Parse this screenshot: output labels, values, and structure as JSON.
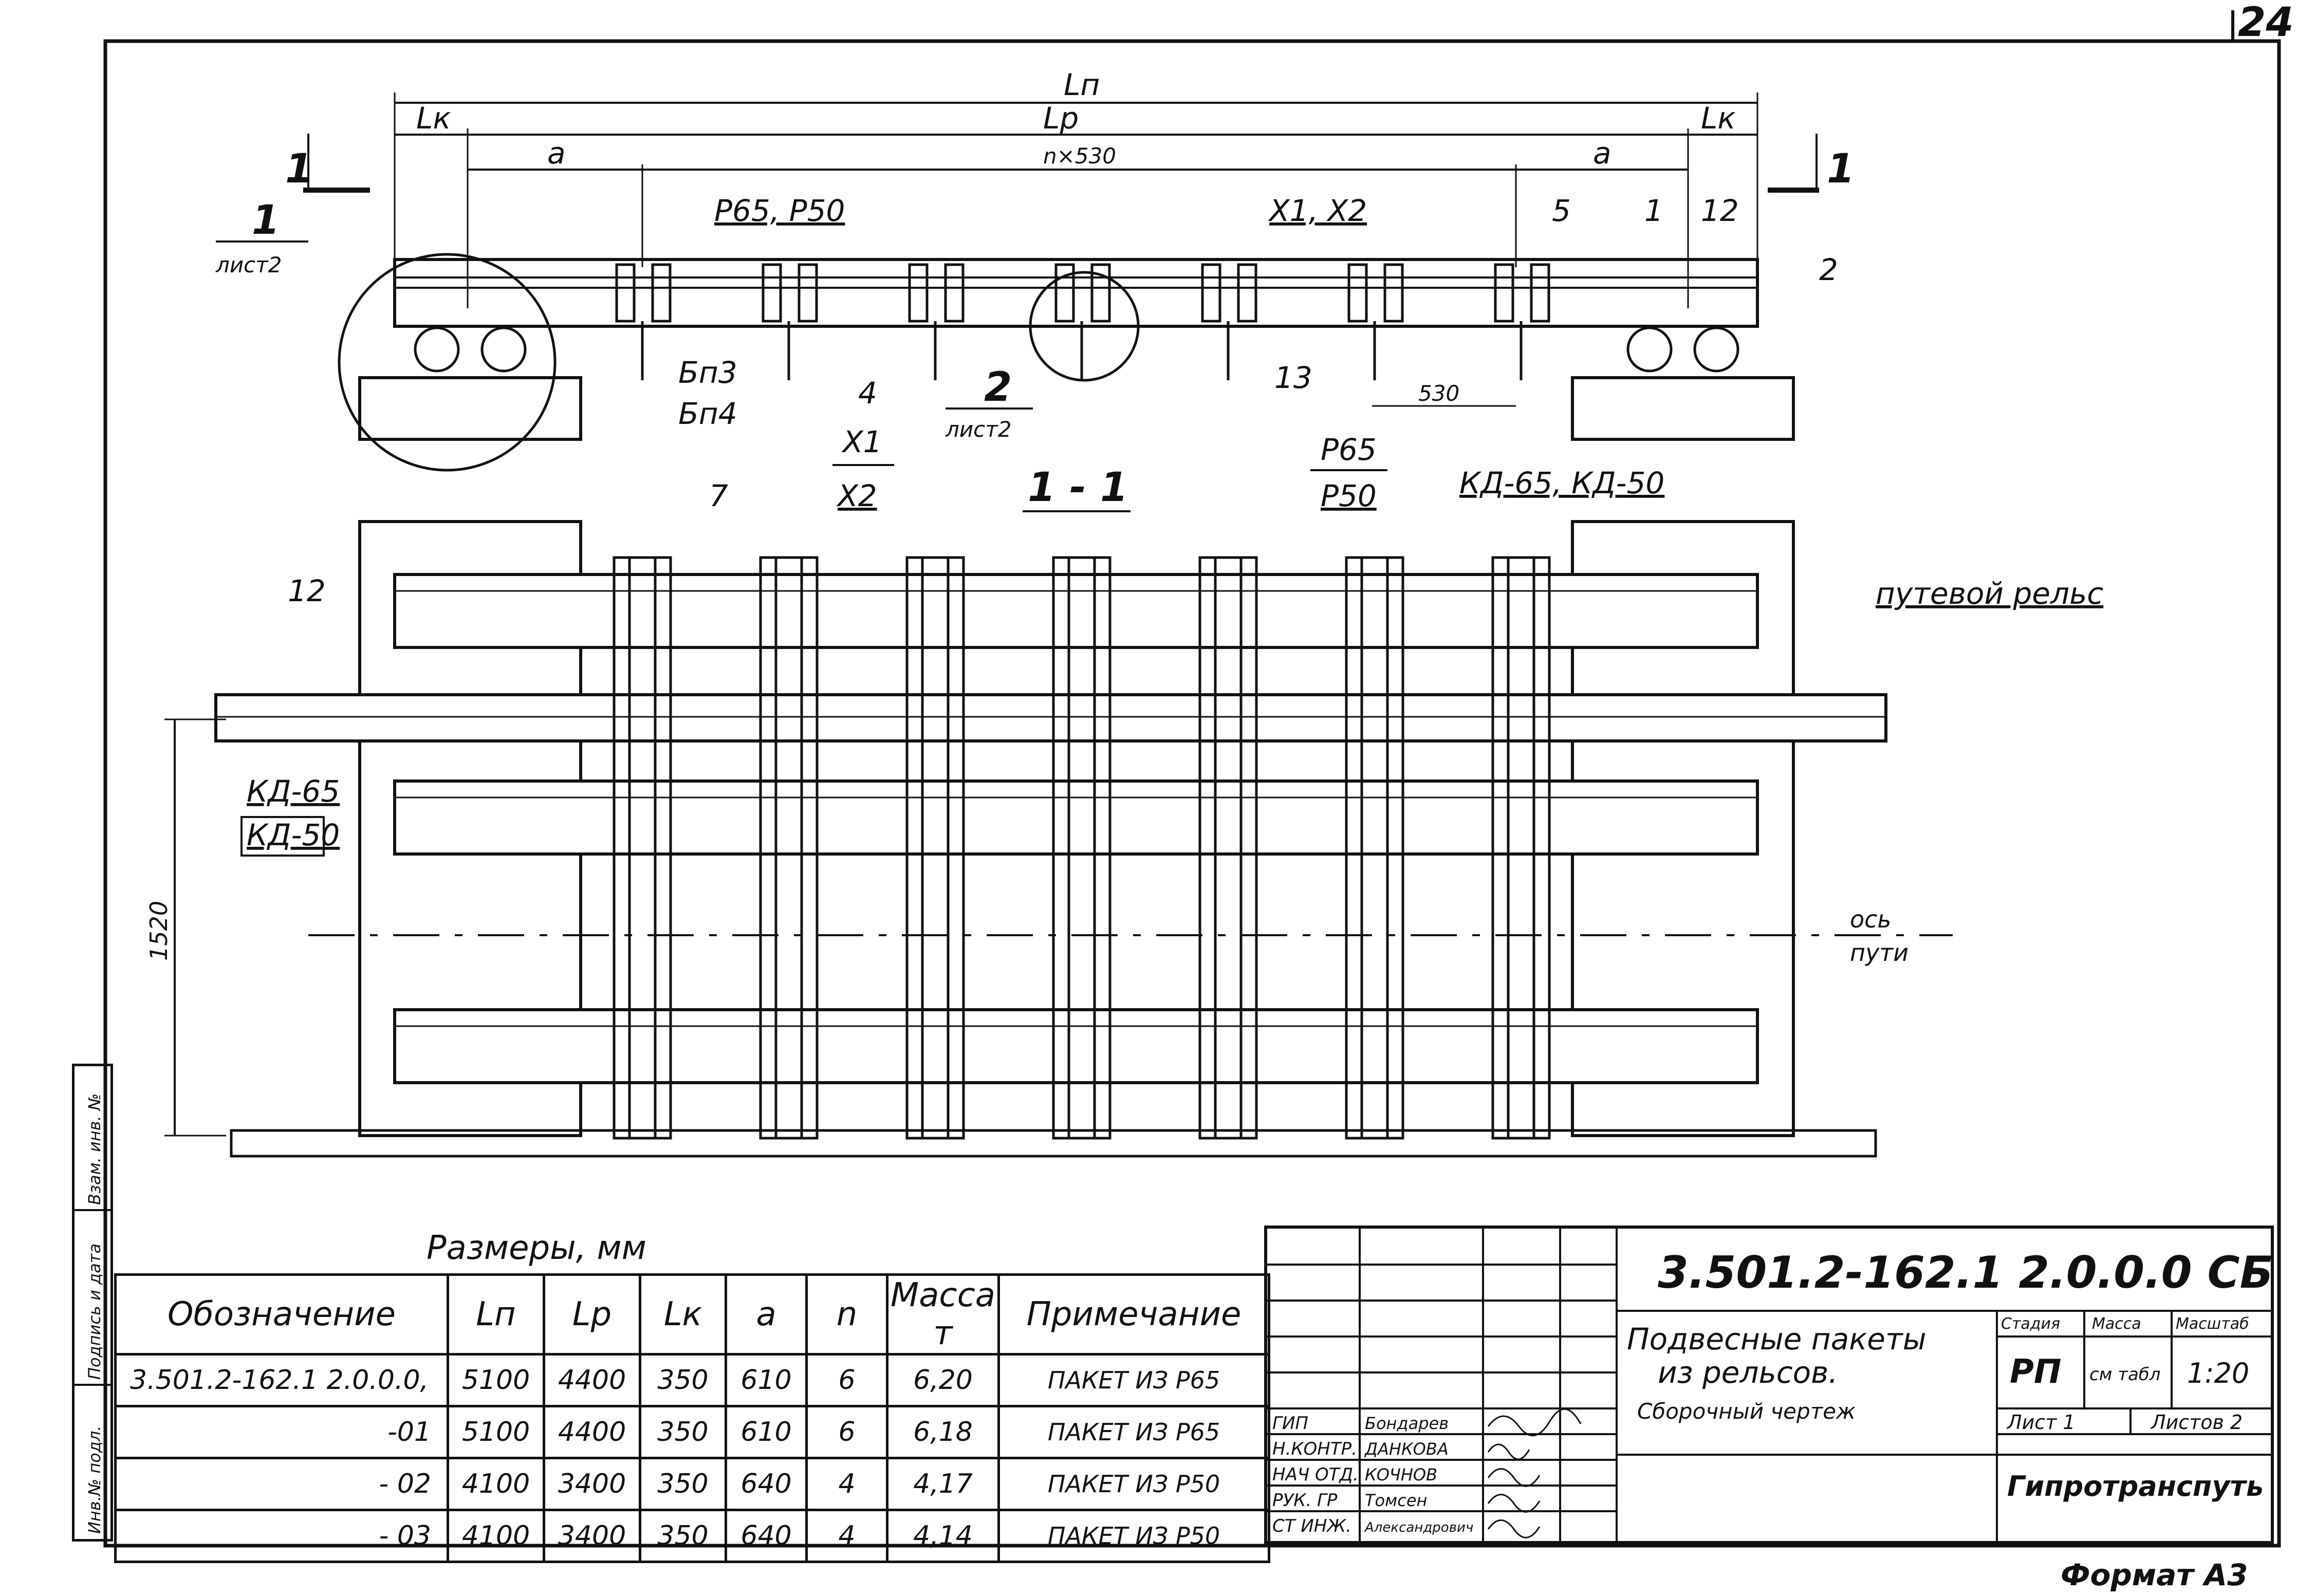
{
  "sheet_number": "24",
  "format_label": "Формат А3",
  "view_top": {
    "dim_Ln": "Lп",
    "dim_Lp": "Lр",
    "dim_Lk_left": "Lк",
    "dim_Lk_right": "Lк",
    "dim_a_left": "а",
    "dim_a_right": "а",
    "dim_n530": "n×530",
    "dim_530": "530",
    "section_mark_left": "1",
    "section_mark_right": "1",
    "callout_1": "1",
    "callout_1_sheet": "лист2",
    "callout_2": "2",
    "callout_2_sheet": "лист2",
    "label_r65_r50": "Р65, Р50",
    "label_x1_x2": "Х1, Х2",
    "label_5": "5",
    "label_1": "1",
    "label_12": "12",
    "label_2": "2",
    "label_bp3": "Бп3",
    "label_bp4": "Бп4",
    "label_4": "4",
    "label_13": "13"
  },
  "view_section": {
    "title": "1 - 1",
    "label_x1": "Х1",
    "label_x2": "Х2",
    "label_7": "7",
    "label_r65": "Р65",
    "label_r50": "Р50",
    "label_kd": "КД-65, КД-50",
    "label_12": "12",
    "label_track_rail": "путевой рельс",
    "label_kd65": "КД-65",
    "label_kd50": "КД-50",
    "label_axis_1": "ось",
    "label_axis_2": "пути",
    "dim_1520": "1520"
  },
  "spec_table": {
    "caption": "Размеры, мм",
    "headers": [
      "Обозначение",
      "Lп",
      "Lр",
      "Lк",
      "а",
      "n",
      "Масса т",
      "Примечание"
    ],
    "rows": [
      [
        "3.501.2-162.1 2.0.0.0,",
        "5100",
        "4400",
        "350",
        "610",
        "6",
        "6,20",
        "ПАКЕТ ИЗ Р65"
      ],
      [
        "-01",
        "5100",
        "4400",
        "350",
        "610",
        "6",
        "6,18",
        "ПАКЕТ ИЗ Р65"
      ],
      [
        "- 02",
        "4100",
        "3400",
        "350",
        "640",
        "4",
        "4,17",
        "ПАКЕТ ИЗ Р50"
      ],
      [
        "- 03",
        "4100",
        "3400",
        "350",
        "640",
        "4",
        "4,14",
        "ПАКЕТ ИЗ Р50"
      ]
    ]
  },
  "title_block": {
    "doc_code": "3.501.2-162.1 2.0.0.0 СБ",
    "title_line1": "Подвесные пакеты",
    "title_line2": "из рельсов.",
    "title_line3": "Сборочный чертеж",
    "col_stage": "Стадия",
    "col_mass": "Масса",
    "col_scale": "Масштаб",
    "stage": "РП",
    "mass": "см табл",
    "scale": "1:20",
    "sheet": "Лист 1",
    "sheets": "Листов 2",
    "org": "Гипротрансп­уть",
    "roles": [
      "ГИП",
      "Н.КОНТР.",
      "НАЧ ОТД.",
      "РУК. ГР",
      "СТ ИНЖ."
    ],
    "names": [
      "Бондарев",
      "ДАНКОВА",
      "КОЧНОВ",
      "Томсен",
      "Александрович"
    ]
  },
  "side_stamp": {
    "line1": "Инв.№ подл.",
    "line2": "Подпись и дата",
    "line3": "Взам. инв. №"
  }
}
